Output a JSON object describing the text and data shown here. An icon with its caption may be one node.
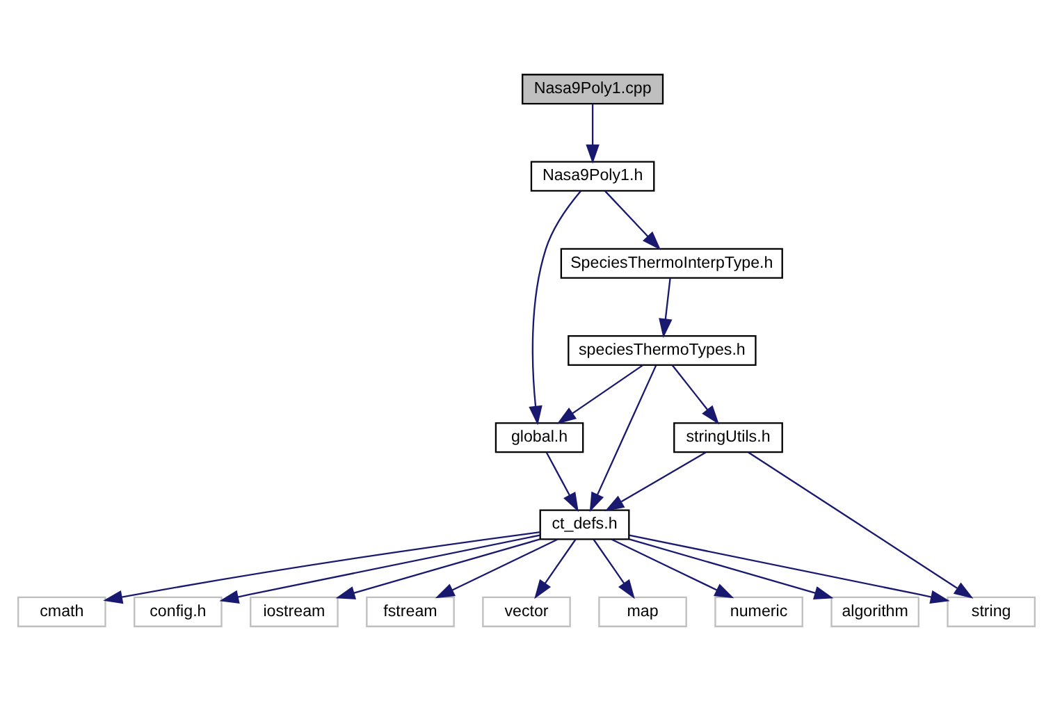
{
  "diagram": {
    "nodes": [
      {
        "text": [
          "Nasa9Poly1.cpp"
        ]
      },
      {
        "text": [
          "Nasa9Poly1.h"
        ]
      },
      {
        "text": [
          "SpeciesThermoInterpType.h"
        ]
      },
      {
        "text": [
          "speciesThermoTypes.h"
        ]
      },
      {
        "text": [
          "global.h"
        ]
      },
      {
        "text": [
          "stringUtils.h"
        ]
      },
      {
        "text": [
          "ct_defs.h"
        ]
      },
      {
        "text": [
          "cmath"
        ]
      },
      {
        "text": [
          "config.h"
        ]
      },
      {
        "text": [
          "iostream"
        ]
      },
      {
        "text": [
          "fstream"
        ]
      },
      {
        "text": [
          "vector"
        ]
      },
      {
        "text": [
          "map"
        ]
      },
      {
        "text": [
          "numeric"
        ]
      },
      {
        "text": [
          "algorithm"
        ]
      },
      {
        "text": [
          "string"
        ]
      }
    ],
    "edges": [
      {
        "from": 0,
        "to": 1,
        "arrow": "to"
      },
      {
        "from": 1,
        "to": 4,
        "arrow": "to"
      },
      {
        "from": 1,
        "to": 2,
        "arrow": "to"
      },
      {
        "from": 2,
        "to": 3,
        "arrow": "to"
      },
      {
        "from": 3,
        "to": 4,
        "arrow": "to"
      },
      {
        "from": 3,
        "to": 6,
        "arrow": "to"
      },
      {
        "from": 3,
        "to": 5,
        "arrow": "to"
      },
      {
        "from": 4,
        "to": 6,
        "arrow": "to"
      },
      {
        "from": 5,
        "to": 6,
        "arrow": "to"
      },
      {
        "from": 5,
        "to": 15,
        "arrow": "to"
      },
      {
        "from": 6,
        "to": 7,
        "arrow": "to"
      },
      {
        "from": 6,
        "to": 8,
        "arrow": "to"
      },
      {
        "from": 6,
        "to": 9,
        "arrow": "to"
      },
      {
        "from": 6,
        "to": 10,
        "arrow": "to"
      },
      {
        "from": 6,
        "to": 11,
        "arrow": "to"
      },
      {
        "from": 6,
        "to": 12,
        "arrow": "to"
      },
      {
        "from": 6,
        "to": 13,
        "arrow": "to"
      },
      {
        "from": 6,
        "to": 14,
        "arrow": "to"
      },
      {
        "from": 6,
        "to": 15,
        "arrow": "to"
      }
    ]
  }
}
